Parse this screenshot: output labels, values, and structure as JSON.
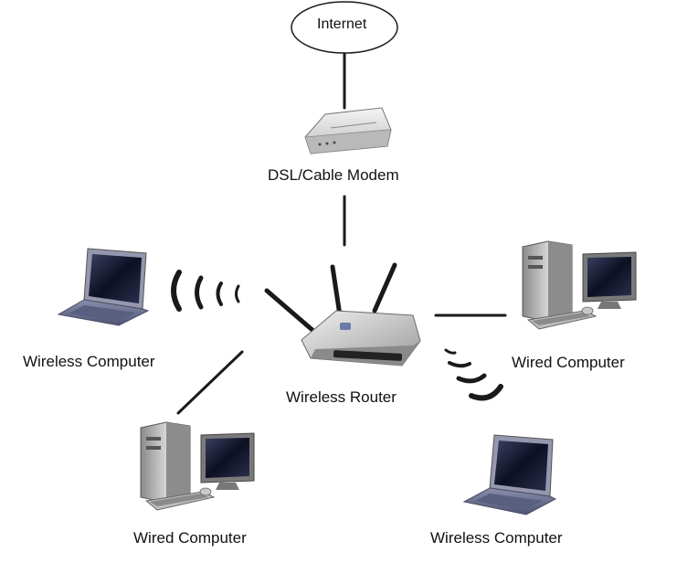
{
  "nodes": {
    "internet": "Internet",
    "modem": "DSL/Cable Modem",
    "router": "Wireless Router",
    "wireless_left": "Wireless Computer",
    "wired_right": "Wired Computer",
    "wired_bottom": "Wired Computer",
    "wireless_bottom": "Wireless Computer"
  },
  "colors": {
    "line": "#1a1a1a",
    "device_body": "#d9d9d9",
    "screen": "#1b1f3a",
    "laptop_base": "#6d7394"
  }
}
